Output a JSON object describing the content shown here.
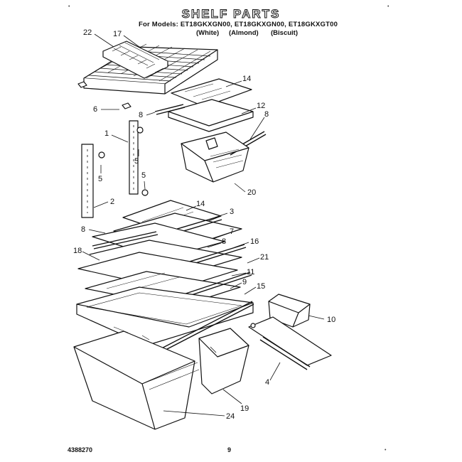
{
  "header": {
    "title": "SHELF PARTS",
    "models_line": "For Models: ET18GKXGN00, ET18GKXGN00, ET18GKXGT00",
    "variants": [
      "(White)",
      "(Almond)",
      "(Biscuit)"
    ]
  },
  "footer": {
    "doc_number": "4388270",
    "page_number": "9"
  },
  "callouts": [
    {
      "id": "22",
      "label": "22"
    },
    {
      "id": "17",
      "label": "17"
    },
    {
      "id": "14a",
      "label": "14"
    },
    {
      "id": "6",
      "label": "6"
    },
    {
      "id": "8a",
      "label": "8"
    },
    {
      "id": "12",
      "label": "12"
    },
    {
      "id": "8b",
      "label": "8"
    },
    {
      "id": "1",
      "label": "1"
    },
    {
      "id": "5a",
      "label": "5"
    },
    {
      "id": "5b",
      "label": "5"
    },
    {
      "id": "5c",
      "label": "5"
    },
    {
      "id": "20",
      "label": "20"
    },
    {
      "id": "2",
      "label": "2"
    },
    {
      "id": "14b",
      "label": "14"
    },
    {
      "id": "3",
      "label": "3"
    },
    {
      "id": "8c",
      "label": "8"
    },
    {
      "id": "7",
      "label": "7"
    },
    {
      "id": "8d",
      "label": "8"
    },
    {
      "id": "16",
      "label": "16"
    },
    {
      "id": "18",
      "label": "18"
    },
    {
      "id": "21",
      "label": "21"
    },
    {
      "id": "11",
      "label": "11"
    },
    {
      "id": "9",
      "label": "9"
    },
    {
      "id": "15",
      "label": "15"
    },
    {
      "id": "10",
      "label": "10"
    },
    {
      "id": "4",
      "label": "4"
    },
    {
      "id": "19",
      "label": "19"
    },
    {
      "id": "24",
      "label": "24"
    }
  ]
}
